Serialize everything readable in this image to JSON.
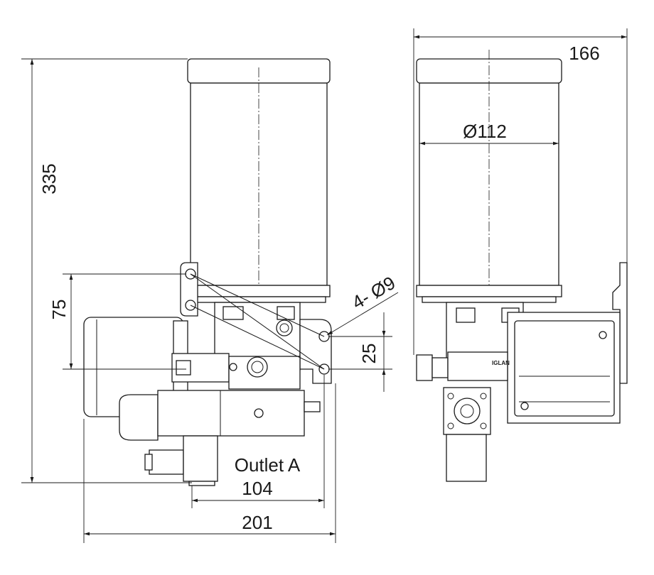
{
  "drawing": {
    "dimensions": {
      "height_total": "335",
      "width_top": "166",
      "diameter": "Ø112",
      "mount_spacing": "75",
      "hole_spacing": "25",
      "holes": "4- Ø9",
      "outlet_width": "104",
      "base_width": "201"
    },
    "labels": {
      "outlet": "Outlet A",
      "brand": "IGLAN"
    }
  }
}
